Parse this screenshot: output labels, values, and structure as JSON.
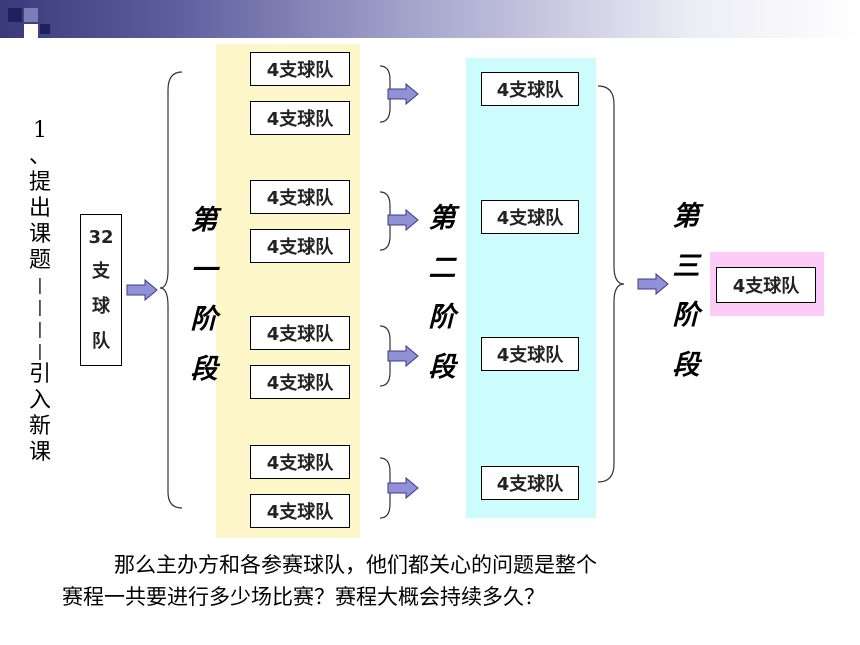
{
  "left_title": {
    "number": "1",
    "chars": [
      "、",
      "提",
      "出",
      "课",
      "题",
      "|",
      "|",
      "|",
      "|",
      "引",
      "入",
      "新",
      "课"
    ]
  },
  "start_box": {
    "lines": [
      "32",
      "支",
      "球",
      "队"
    ]
  },
  "stage1": {
    "label_chars": [
      "第",
      "一",
      "阶",
      "段"
    ],
    "boxes": [
      "4支球队",
      "4支球队",
      "4支球队",
      "4支球队",
      "4支球队",
      "4支球队",
      "4支球队",
      "4支球队"
    ]
  },
  "stage2": {
    "label_chars": [
      "第",
      "二",
      "阶",
      "段"
    ],
    "boxes": [
      "4支球队",
      "4支球队",
      "4支球队",
      "4支球队"
    ]
  },
  "stage3": {
    "label_chars": [
      "第",
      "三",
      "阶",
      "段"
    ],
    "box": "4支球队"
  },
  "question": {
    "line1": "那么主办方和各参赛球队，他们都关心的问题是整个",
    "line2": "赛程一共要进行多少场比赛？赛程大概会持续多久？"
  },
  "colors": {
    "stage1_bg": "#fdf7c9",
    "stage2_bg": "#ccfcfb",
    "stage3_bg": "#fcccf6",
    "arrow_fill": "#9191d8",
    "arrow_stroke": "#3a3a8a"
  }
}
